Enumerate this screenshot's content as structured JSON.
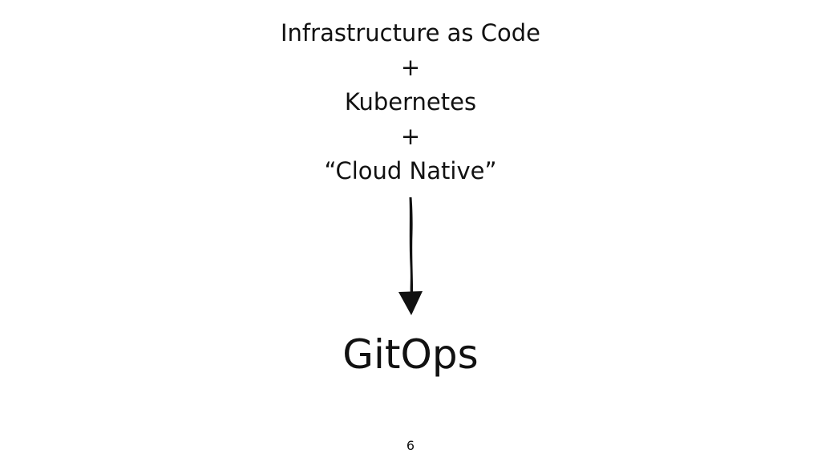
{
  "slide": {
    "lines": [
      "Infrastructure as Code",
      "+",
      "Kubernetes",
      "+",
      "“Cloud Native”"
    ],
    "result": "GitOps",
    "page_number": "6"
  },
  "colors": {
    "text": "#111111",
    "background": "#ffffff"
  },
  "icons": {
    "arrow": "down-arrow-icon"
  }
}
